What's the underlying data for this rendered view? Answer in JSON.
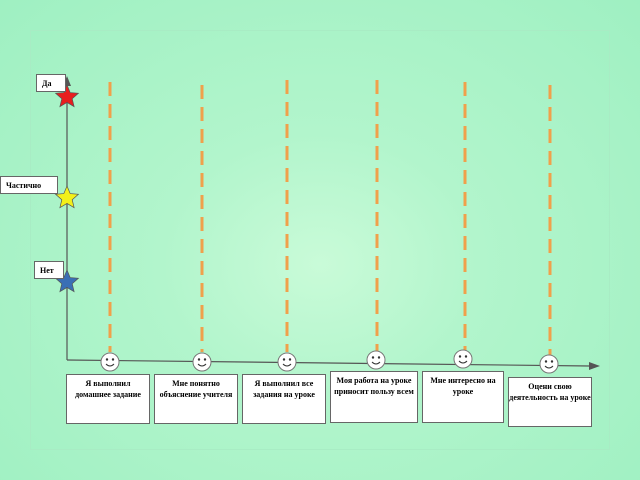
{
  "levels": [
    {
      "label": "Да",
      "star_color": "#e81e1e"
    },
    {
      "label": "Частично",
      "star_color": "#f3f01a"
    },
    {
      "label": "Нет",
      "star_color": "#3a6fb5"
    }
  ],
  "criteria": [
    {
      "label": "Я выполнил домашнее задание"
    },
    {
      "label": "Мне понятно объяснение учителя"
    },
    {
      "label": "Я выполнил все задания на уроке"
    },
    {
      "label": "Моя работа на уроке приносит пользу всем"
    },
    {
      "label": "Мне интересно на уроке"
    },
    {
      "label": "Оцени свою деятельность на уроке"
    }
  ],
  "colors": {
    "scale_dash": "#f0a04b",
    "axis": "#555555",
    "smiley_face": "#ffffff"
  },
  "icons": {
    "level_marker": "star-icon",
    "column_marker": "smiley-icon"
  }
}
